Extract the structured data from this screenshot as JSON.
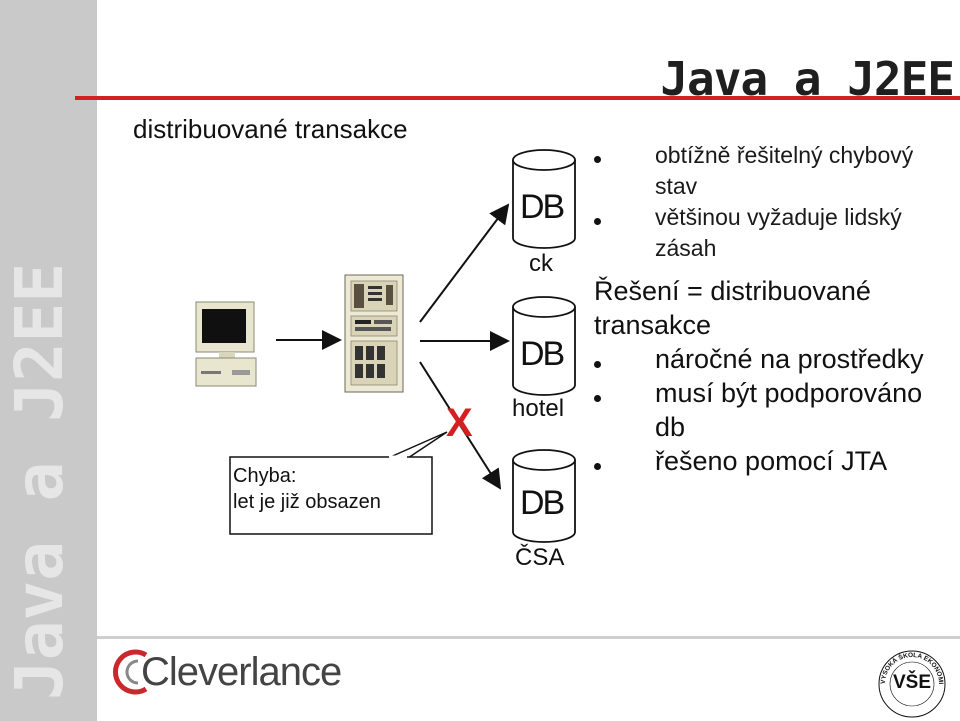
{
  "sidebar": {
    "vertical_text": "Java a J2EE",
    "color": "#c9c9c9"
  },
  "header": {
    "title": "Java a J2EE",
    "rule_color": "#d42020"
  },
  "subtitle": "distribuované transakce",
  "diagram": {
    "databases": [
      {
        "text": "DB",
        "label": "ck"
      },
      {
        "text": "DB",
        "label": "hotel"
      },
      {
        "text": "DB",
        "label": "ČSA"
      }
    ],
    "failure_mark": "X",
    "failure_color": "#d42020",
    "callout": {
      "line1": "Chyba:",
      "line2": "let je již obsazen"
    }
  },
  "bullets_top": [
    {
      "text": "obtížně řešitelný chybový stav"
    },
    {
      "text": "většinou vyžaduje lidský zásah"
    }
  ],
  "solution": {
    "heading": "Řešení = distribuované transakce",
    "items": [
      {
        "text": "náročné na prostředky"
      },
      {
        "text": "musí být podporováno db"
      },
      {
        "text": "řešeno pomocí JTA"
      }
    ]
  },
  "footer": {
    "company": "Cleverlance",
    "seal_text": "VŠE",
    "seal_ring": "VYSOKÁ ŠKOLA EKONOMICKÁ V PRAZE"
  }
}
